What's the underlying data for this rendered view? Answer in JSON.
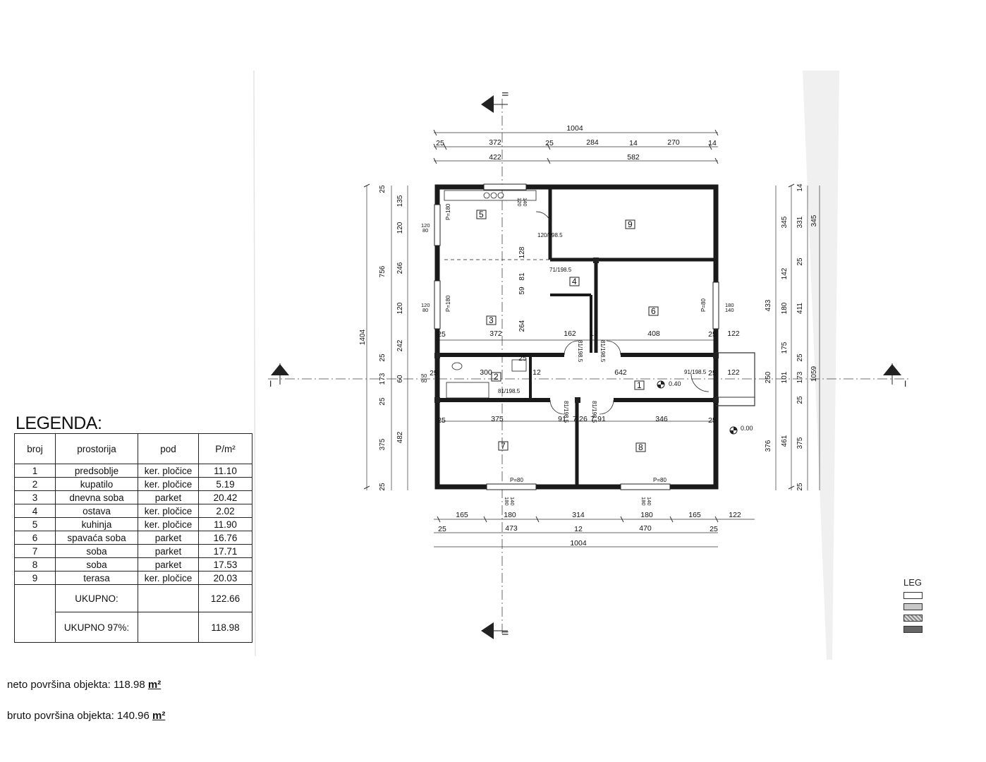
{
  "plan": {
    "section_marks": [
      "II",
      "I"
    ],
    "room_numbers": [
      "1",
      "2",
      "3",
      "4",
      "5",
      "6",
      "7",
      "8",
      "9"
    ],
    "dims_top": [
      "1004",
      "25",
      "372",
      "25",
      "284",
      "14",
      "270",
      "14",
      "422",
      "582"
    ],
    "dims_bottom": [
      "165",
      "180",
      "314",
      "180",
      "165",
      "122",
      "25",
      "473",
      "12",
      "470",
      "25",
      "1004"
    ],
    "dims_left": [
      "1404",
      "756",
      "25",
      "135",
      "120",
      "128",
      "246",
      "59",
      "81",
      "120",
      "264",
      "242",
      "25",
      "60",
      "173",
      "25",
      "375",
      "482",
      "25"
    ],
    "dims_right": [
      "345",
      "331",
      "345",
      "14",
      "25",
      "142",
      "433",
      "180",
      "411",
      "175",
      "25",
      "101",
      "250",
      "173",
      "1059",
      "25",
      "376",
      "461",
      "375",
      "25"
    ],
    "dims_inner": [
      "372",
      "162",
      "12",
      "408",
      "122",
      "300",
      "12",
      "642",
      "122",
      "375",
      "91",
      "7",
      "26",
      "7",
      "91",
      "346",
      "25",
      "25",
      "25",
      "25",
      "25",
      "25",
      "25"
    ],
    "openings": [
      "120/198.5",
      "71/198.5",
      "81/198.5",
      "81/198.5",
      "91/198.5",
      "81/198.5",
      "81/198.5",
      "81/198.5",
      "P=180",
      "P=180",
      "P=80",
      "P=80",
      "P=80"
    ],
    "window_dims": [
      "120",
      "80",
      "120",
      "80",
      "180",
      "140",
      "180",
      "140",
      "50",
      "60",
      "120",
      "140",
      "180",
      "140"
    ],
    "levels": [
      "0.40",
      "0.00"
    ]
  },
  "legend": {
    "title": "LEGENDA:",
    "headers": [
      "broj",
      "prostorija",
      "pod",
      "P/m²"
    ],
    "rows": [
      [
        "1",
        "predsoblje",
        "ker. pločice",
        "11.10"
      ],
      [
        "2",
        "kupatilo",
        "ker. pločice",
        "5.19"
      ],
      [
        "3",
        "dnevna soba",
        "parket",
        "20.42"
      ],
      [
        "4",
        "ostava",
        "ker. pločice",
        "2.02"
      ],
      [
        "5",
        "kuhinja",
        "ker. pločice",
        "11.90"
      ],
      [
        "6",
        "spavaća soba",
        "parket",
        "16.76"
      ],
      [
        "7",
        "soba",
        "parket",
        "17.71"
      ],
      [
        "8",
        "soba",
        "parket",
        "17.53"
      ],
      [
        "9",
        "terasa",
        "ker. pločice",
        "20.03"
      ]
    ],
    "total_label": "UKUPNO:",
    "total_value": "122.66",
    "total97_label": "UKUPNO 97%:",
    "total97_value": "118.98"
  },
  "areas": {
    "neto_label": "neto površina objekta:",
    "neto_value": "118.98",
    "bruto_label": "bruto površina objekta:",
    "bruto_value": "140.96",
    "unit": "m²"
  },
  "mini_legend": {
    "title": "LEG"
  }
}
